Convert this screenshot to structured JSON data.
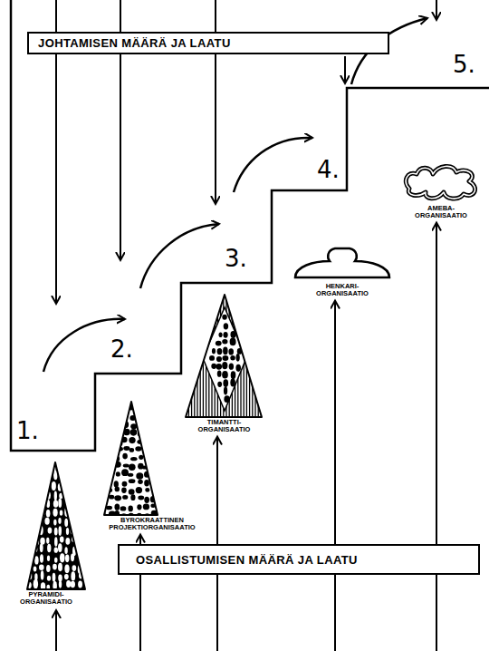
{
  "diagram": {
    "nodes": [
      {
        "text": [
          "JOHTAMISEN MÄÄRÄ JA LAATU"
        ]
      },
      {
        "text": [
          "PYRAMIDI- ORGANISAATIO"
        ]
      },
      {
        "text": [
          "BYROKRAATTINEN PROJEKTIORGANISAATIO"
        ]
      },
      {
        "text": [
          "TIMANTTI- ORGANISAATIO"
        ]
      },
      {
        "text": [
          "HENKARI- ORGANISAATIO"
        ]
      },
      {
        "text": [
          "AMEBA- ORGANISAATIO"
        ]
      },
      {
        "text": [
          "OSALLISTUMISEN MÄÄRÄ JA LAATU"
        ]
      }
    ],
    "edges": [
      {
        "from": 6,
        "to": 2,
        "arrow": "to"
      },
      {
        "from": 6,
        "to": 3,
        "arrow": "to"
      },
      {
        "from": 6,
        "to": 4,
        "arrow": "to"
      },
      {
        "from": 6,
        "to": 5,
        "arrow": "to"
      }
    ],
    "labels": [
      "1.",
      "2.",
      "3.",
      "4.",
      "5."
    ]
  }
}
